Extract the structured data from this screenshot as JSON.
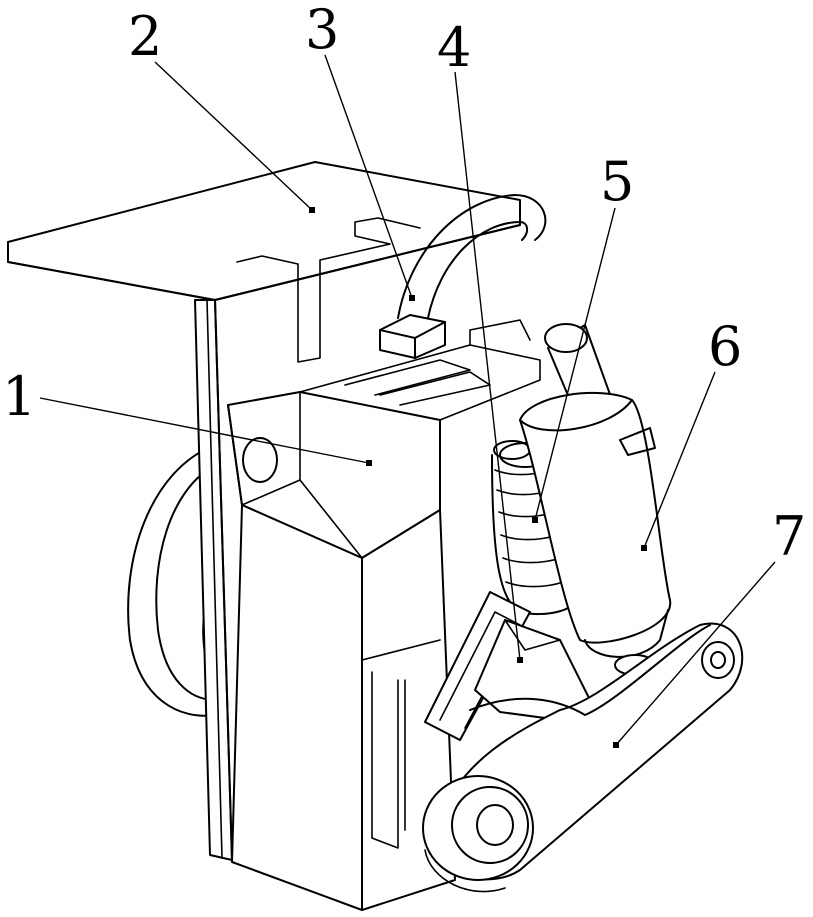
{
  "labels": [
    {
      "id": "1",
      "text": "1",
      "part": "block"
    },
    {
      "id": "2",
      "text": "2",
      "part": "top-plate"
    },
    {
      "id": "3",
      "text": "3",
      "part": "hose-connector"
    },
    {
      "id": "4",
      "text": "4",
      "part": "bracket"
    },
    {
      "id": "5",
      "text": "5",
      "part": "spring"
    },
    {
      "id": "6",
      "text": "6",
      "part": "cylinder"
    },
    {
      "id": "7",
      "text": "7",
      "part": "swing-arm"
    }
  ],
  "colors": {
    "line": "#000000",
    "background": "#ffffff"
  }
}
